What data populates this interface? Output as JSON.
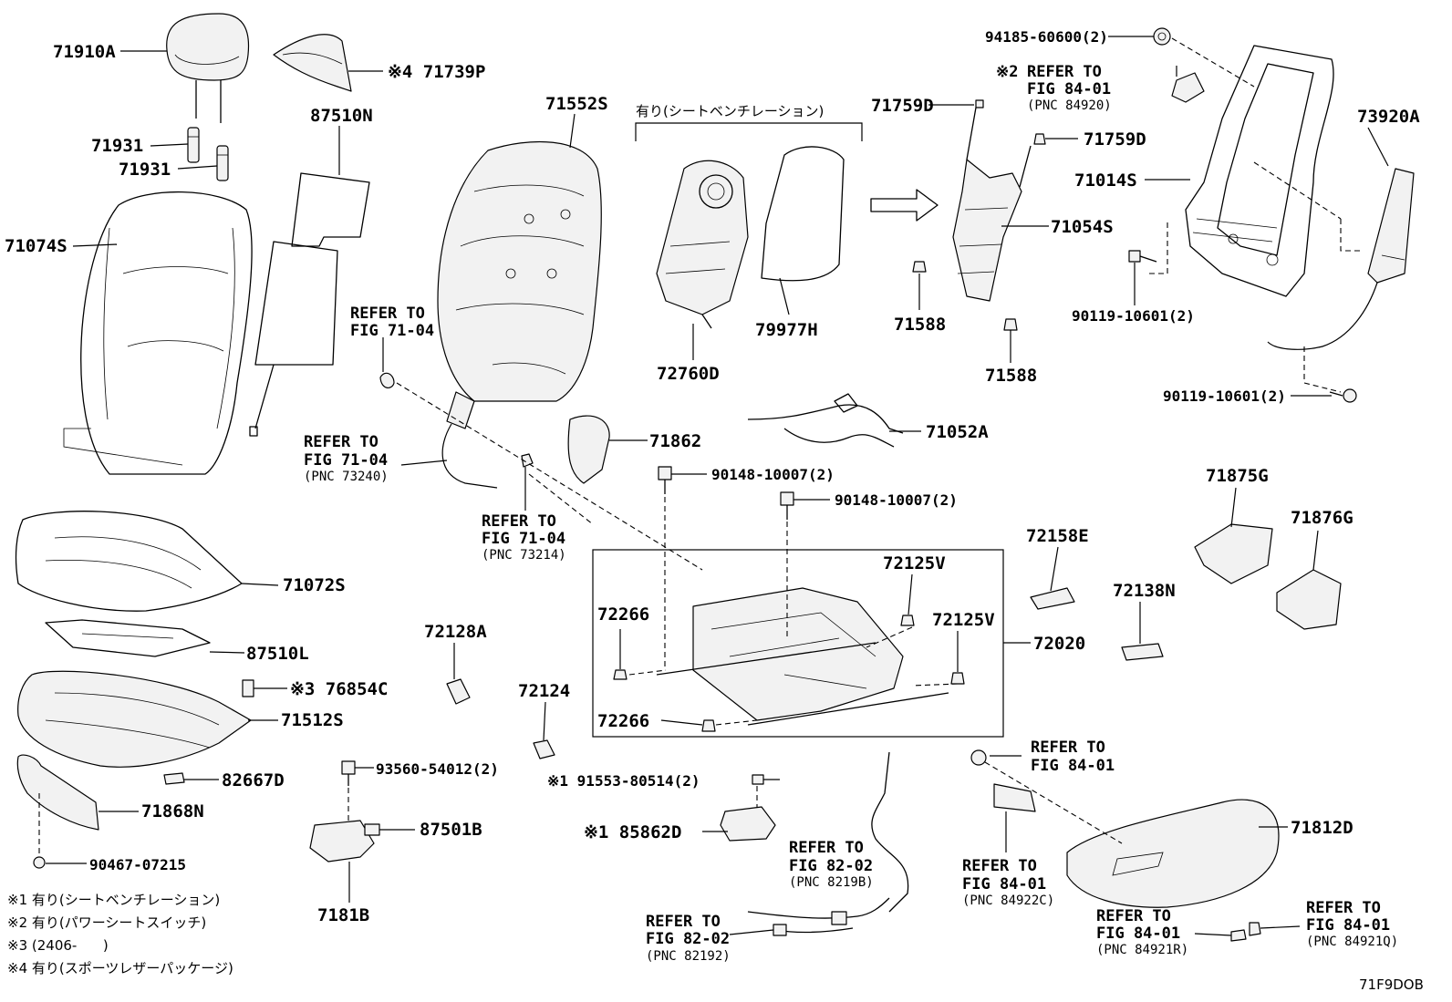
{
  "labels": {
    "l71910A": "71910A",
    "l71931a": "71931",
    "l71931b": "71931",
    "l71074S": "71074S",
    "l71739P": "※4 71739P",
    "l87510N": "87510N",
    "l71552S": "71552S",
    "vent_group": "有り(シートベンチレーション)",
    "l72760D": "72760D",
    "l79977H": "79977H",
    "l71759D_top": "71759D",
    "l71759D_mid": "71759D",
    "l71054S": "71054S",
    "l71588a": "71588",
    "l71588b": "71588",
    "l94185": "94185-60600(2)",
    "l73920A": "73920A",
    "l71014S": "71014S",
    "l90119a": "90119-10601(2)",
    "l90119b": "90119-10601(2)",
    "l71862": "71862",
    "l71052A": "71052A",
    "l90148a": "90148-10007(2)",
    "l90148b": "90148-10007(2)",
    "l71875G": "71875G",
    "l71876G": "71876G",
    "l72158E": "72158E",
    "l72138N": "72138N",
    "l72125Va": "72125V",
    "l72125Vb": "72125V",
    "l72266a": "72266",
    "l72266b": "72266",
    "l72020": "72020",
    "l71072S": "71072S",
    "l87510L": "87510L",
    "l72128A": "72128A",
    "l72124": "72124",
    "l76854C": "※3 76854C",
    "l71512S": "71512S",
    "l82667D": "82667D",
    "l71868N": "71868N",
    "l90467": "90467-07215",
    "l93560": "93560-54012(2)",
    "l87501B": "87501B",
    "l7181B": "7181B",
    "l91553": "※1 91553-80514(2)",
    "l85862D": "※1 85862D",
    "l71812D": "71812D"
  },
  "refs": {
    "r1": {
      "line1": "REFER TO",
      "line2": "FIG 71-04",
      "pnc": ""
    },
    "r2": {
      "line1": "REFER TO",
      "line2": "FIG 71-04",
      "pnc": "(PNC 73240)"
    },
    "r3": {
      "line1": "REFER TO",
      "line2": "FIG 71-04",
      "pnc": "(PNC 73214)"
    },
    "r4": {
      "prefix": "※2",
      "line1": "REFER TO",
      "line2": "FIG 84-01",
      "pnc": "(PNC 84920)"
    },
    "r5": {
      "line1": "REFER TO",
      "line2": "FIG 84-01",
      "pnc": ""
    },
    "r6": {
      "line1": "REFER TO",
      "line2": "FIG 82-02",
      "pnc": "(PNC 8219B)"
    },
    "r7": {
      "line1": "REFER TO",
      "line2": "FIG 82-02",
      "pnc": "(PNC 82192)"
    },
    "r8": {
      "line1": "REFER TO",
      "line2": "FIG 84-01",
      "pnc": "(PNC 84922C)"
    },
    "r9": {
      "line1": "REFER TO",
      "line2": "FIG 84-01",
      "pnc": "(PNC 84921R)"
    },
    "r10": {
      "line1": "REFER TO",
      "line2": "FIG 84-01",
      "pnc": "(PNC 84921Q)"
    }
  },
  "notes": [
    "※1 有り(シートベンチレーション)",
    "※2 有り(パワーシートスイッチ)",
    "※3 (2406-      )",
    "※4 有り(スポーツレザーパッケージ)"
  ],
  "figure_code": "71F9DOB"
}
